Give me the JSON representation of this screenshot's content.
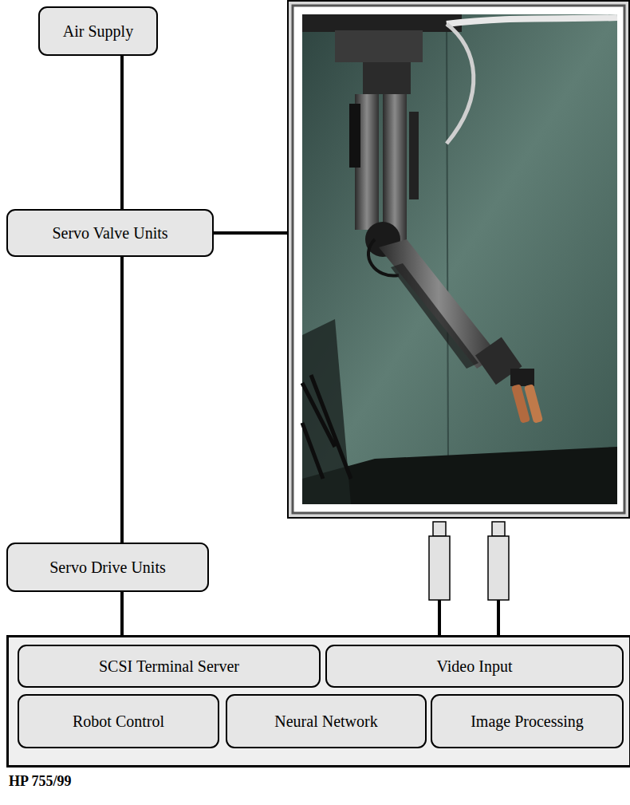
{
  "diagram": {
    "nodes": [
      {
        "text": [
          "Air Supply"
        ]
      },
      {
        "text": [
          "Servo Valve Units"
        ]
      },
      {
        "text": [
          "Servo Drive Units"
        ]
      },
      {
        "text": [
          "HP 755/99"
        ]
      },
      {
        "text": [
          "SCSI Terminal Server"
        ],
        "in": 3
      },
      {
        "text": [
          "Video Input"
        ],
        "in": 3
      },
      {
        "text": [
          "Robot Control"
        ],
        "in": 3
      },
      {
        "text": [
          "Neural Network"
        ],
        "in": 3
      },
      {
        "text": [
          "Image Processing"
        ],
        "in": 3
      }
    ],
    "edges": [
      {
        "from": 0,
        "to": 1,
        "arrow": "none"
      },
      {
        "from": 1,
        "to": 2,
        "arrow": "none"
      },
      {
        "from": 2,
        "to": 4,
        "arrow": "none"
      }
    ]
  }
}
